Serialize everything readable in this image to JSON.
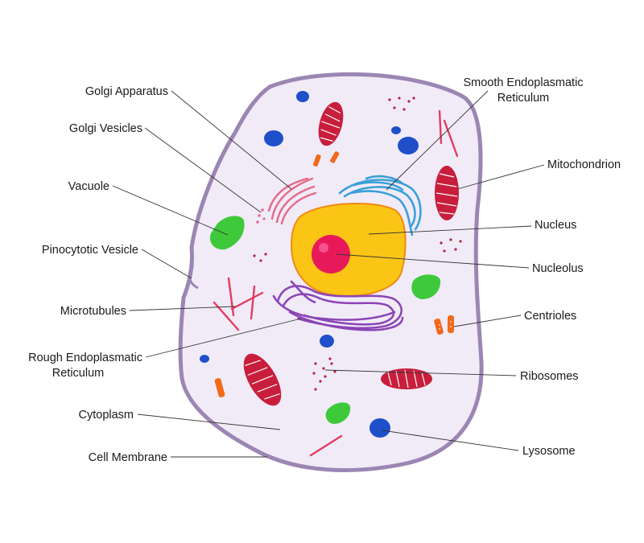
{
  "labels": {
    "golgi_apparatus": "Golgi Apparatus",
    "golgi_vesicles": "Golgi Vesicles",
    "vacuole": "Vacuole",
    "pinocytotic_vesicle": "Pinocytotic Vesicle",
    "microtubules": "Microtubules",
    "rough_er_line1": "Rough Endoplasmatic",
    "rough_er_line2": "Reticulum",
    "cytoplasm": "Cytoplasm",
    "cell_membrane": "Cell Membrane",
    "smooth_er_line1": "Smooth Endoplasmatic",
    "smooth_er_line2": "Reticulum",
    "mitochondrion": "Mitochondrion",
    "nucleus": "Nucleus",
    "nucleolus": "Nucleolus",
    "centrioles": "Centrioles",
    "ribosomes": "Ribosomes",
    "lysosome": "Lysosome"
  },
  "colors": {
    "membrane": "#9b86b3",
    "cytoplasm": "#f1ebf8",
    "nucleus": "#fbc515",
    "nucleus_edge": "#ef8a14",
    "nucleolus": "#e8195a",
    "mitochondrion": "#c81e3c",
    "vacuole": "#3ec93a",
    "lysosome": "#1f4fc9",
    "rough_er": "#8b45b5",
    "smooth_er": "#3aa0d8",
    "golgi": "#e66a86",
    "microtubule": "#e23d5e",
    "centriole": "#f06a1a",
    "ribosome": "#b3243f"
  }
}
